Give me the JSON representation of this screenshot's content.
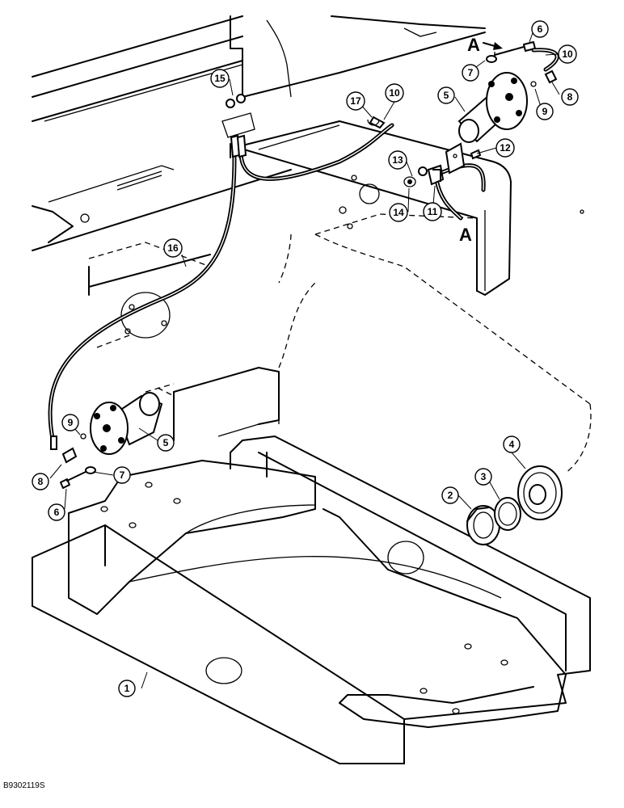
{
  "diagram": {
    "figure_code": "B9302119S",
    "view_reference": "A",
    "callouts": [
      {
        "label": "1"
      },
      {
        "label": "2"
      },
      {
        "label": "3"
      },
      {
        "label": "4"
      },
      {
        "label": "5"
      },
      {
        "label": "5"
      },
      {
        "label": "6"
      },
      {
        "label": "6"
      },
      {
        "label": "7"
      },
      {
        "label": "7"
      },
      {
        "label": "8"
      },
      {
        "label": "8"
      },
      {
        "label": "9"
      },
      {
        "label": "9"
      },
      {
        "label": "10"
      },
      {
        "label": "10"
      },
      {
        "label": "11"
      },
      {
        "label": "12"
      },
      {
        "label": "13"
      },
      {
        "label": "14"
      },
      {
        "label": "15"
      },
      {
        "label": "16"
      },
      {
        "label": "17"
      }
    ]
  }
}
